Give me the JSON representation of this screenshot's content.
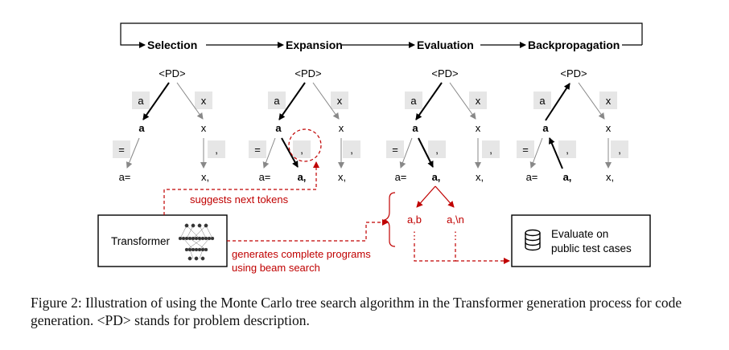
{
  "phases": [
    "Selection",
    "Expansion",
    "Evaluation",
    "Backpropagation"
  ],
  "tree": {
    "root": "<PD>",
    "left_edge": "a",
    "right_edge": "x",
    "left_node": "a",
    "right_node": "x",
    "eq_edge": "=",
    "comma_edge": ",",
    "eq_leaf": "a=",
    "right_leaf": "x,",
    "new_leaf": "a,"
  },
  "transformer": {
    "label": "Transformer"
  },
  "annotations": {
    "suggests": "suggests next tokens",
    "generates_line1": "generates complete programs",
    "generates_line2": "using beam search"
  },
  "candidates": [
    "a,b",
    "a,\\n"
  ],
  "ellipsis": "⋮",
  "evaluate": {
    "line1": "Evaluate on",
    "line2": "public test cases",
    "icon": "database-icon"
  },
  "caption": "Figure 2: Illustration of using the Monte Carlo tree search algorithm in the Transformer generation process for code generation. <PD> stands for problem description.",
  "colors": {
    "accent": "#c00000",
    "edge": "#888888",
    "token_box": "#e6e6e6"
  }
}
